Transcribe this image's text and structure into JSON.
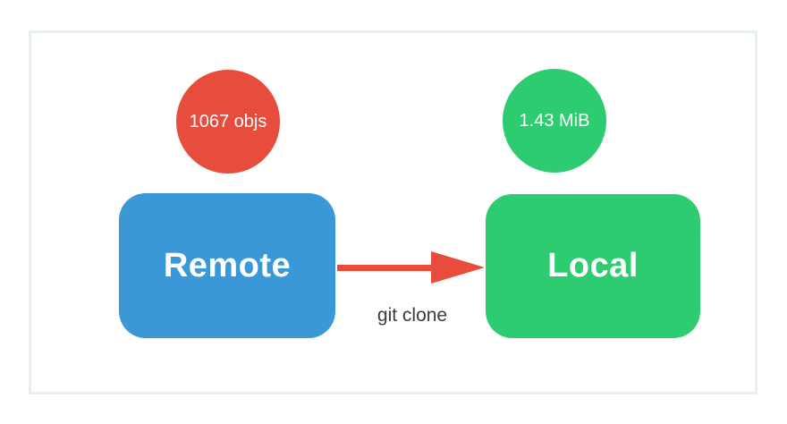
{
  "diagram": {
    "frame": {
      "border_color": "#e9eef0",
      "background": "#ffffff"
    },
    "remote": {
      "label": "Remote",
      "badge_label": "1067 objs",
      "node_color": "#3b98d8",
      "badge_color": "#e74c3c",
      "text_color": "#ffffff"
    },
    "local": {
      "label": "Local",
      "badge_label": "1.43 MiB",
      "node_color": "#2ecc71",
      "badge_color": "#2ecc71",
      "text_color": "#ffffff"
    },
    "edge": {
      "label": "git clone",
      "arrow_color": "#e74c3c",
      "label_color": "#3b3b3b"
    }
  }
}
